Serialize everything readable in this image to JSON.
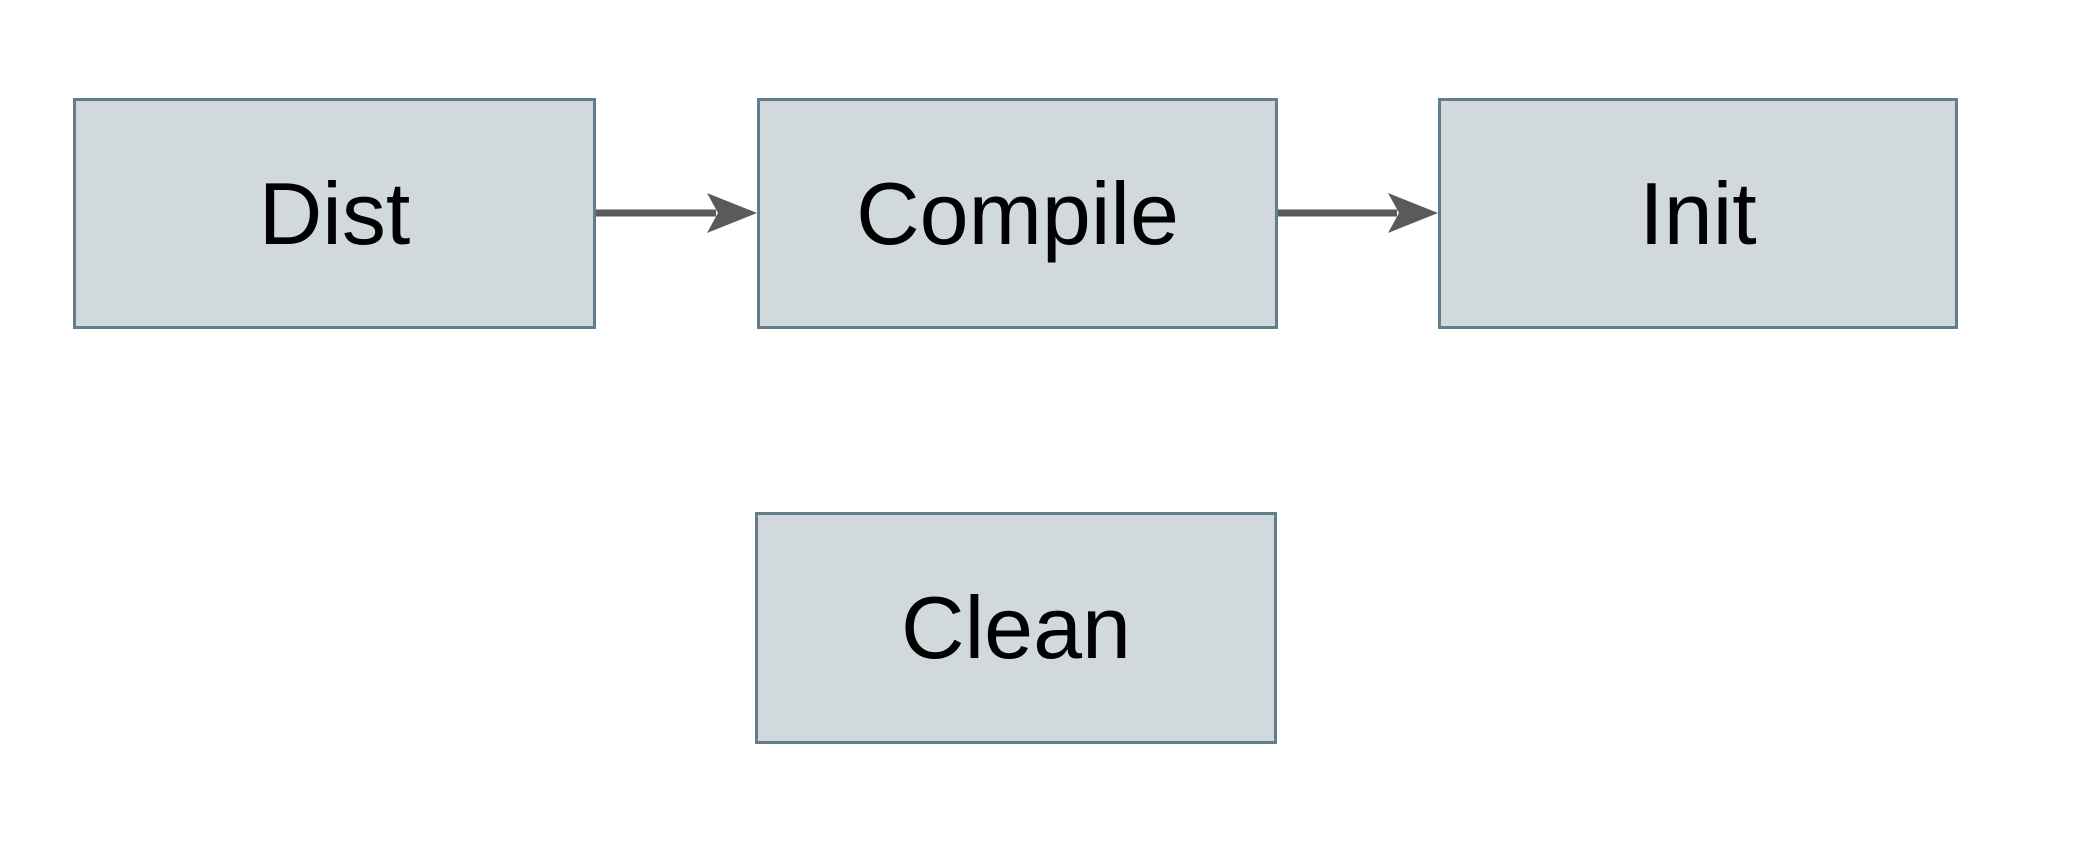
{
  "diagram": {
    "title": "build-targets-flowchart",
    "colors": {
      "background": "#ffffff",
      "node_fill": "#d2d9dc",
      "node_border": "#627e8c",
      "arrow": "#595a5c",
      "text": "#000000"
    },
    "nodes": [
      {
        "id": "dist",
        "label": "Dist"
      },
      {
        "id": "compile",
        "label": "Compile"
      },
      {
        "id": "init",
        "label": "Init"
      },
      {
        "id": "clean",
        "label": "Clean"
      }
    ],
    "edges": [
      {
        "from": "dist",
        "to": "compile",
        "style": "solid-arrow"
      },
      {
        "from": "compile",
        "to": "init",
        "style": "solid-arrow"
      }
    ]
  }
}
